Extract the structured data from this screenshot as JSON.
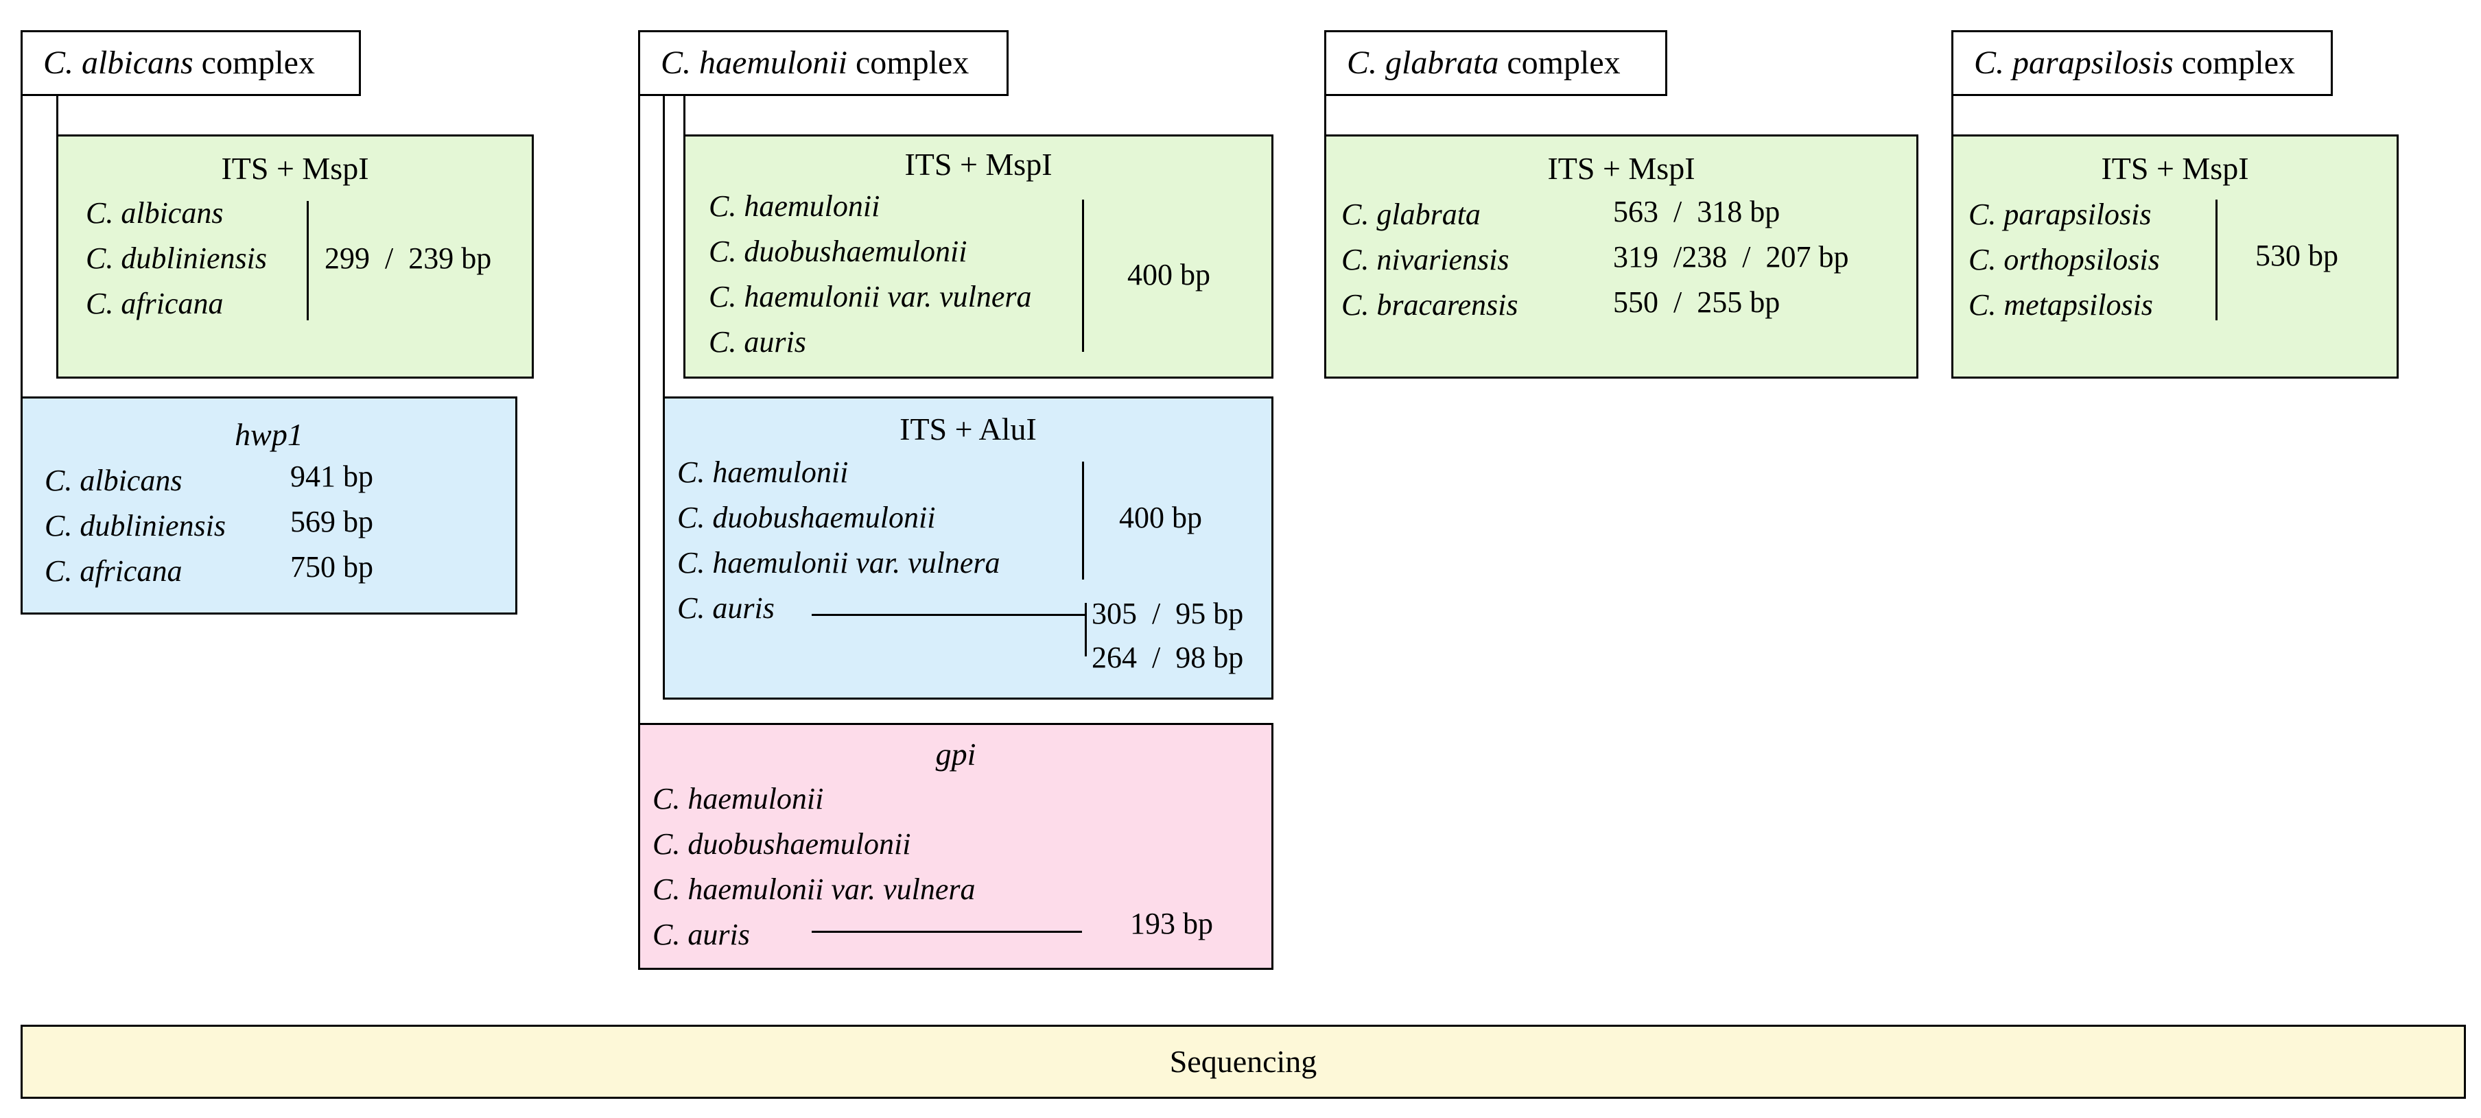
{
  "albicans": {
    "header": {
      "genus": "C. albicans",
      "word": " complex"
    },
    "its_mspi": {
      "title": "ITS + MspI",
      "species": [
        "C. albicans",
        "C. dubliniensis",
        "C. africana"
      ],
      "result": "299  /  239 bp"
    },
    "hwp1": {
      "title": "hwp1",
      "rows": [
        {
          "species": "C. albicans",
          "size": "941 bp"
        },
        {
          "species": "C. dubliniensis",
          "size": "569 bp"
        },
        {
          "species": "C. africana",
          "size": "750 bp"
        }
      ]
    }
  },
  "haemulonii": {
    "header": {
      "genus": "C. haemulonii",
      "word": " complex"
    },
    "its_mspi": {
      "title": "ITS + MspI",
      "species": [
        "C. haemulonii",
        "C. duobushaemulonii",
        "C. haemulonii var. vulnera",
        "C. auris"
      ],
      "result": "400 bp"
    },
    "its_alui": {
      "title": "ITS + AluI",
      "species": [
        "C. haemulonii",
        "C. duobushaemulonii",
        "C. haemulonii var. vulnera",
        "C. auris"
      ],
      "result_group": "400 bp",
      "auris_results": [
        "305  /  95 bp",
        "264  /  98 bp"
      ]
    },
    "gpi": {
      "title": "gpi",
      "species": [
        "C. haemulonii",
        "C. duobushaemulonii",
        "C. haemulonii var. vulnera",
        "C. auris"
      ],
      "auris_result": "193 bp"
    }
  },
  "glabrata": {
    "header": {
      "genus": "C. glabrata",
      "word": " complex"
    },
    "its_mspi": {
      "title": "ITS + MspI",
      "rows": [
        {
          "species": "C. glabrata",
          "size": "563  /  318 bp"
        },
        {
          "species": "C. nivariensis",
          "size": "319  /238  /  207 bp"
        },
        {
          "species": "C. bracarensis",
          "size": "550  /  255 bp"
        }
      ]
    }
  },
  "parapsilosis": {
    "header": {
      "genus": "C. parapsilosis",
      "word": " complex"
    },
    "its_mspi": {
      "title": "ITS + MspI",
      "species": [
        "C. parapsilosis",
        "C. orthopsilosis",
        "C. metapsilosis"
      ],
      "result": "530 bp"
    }
  },
  "sequencing": {
    "label": "Sequencing"
  }
}
